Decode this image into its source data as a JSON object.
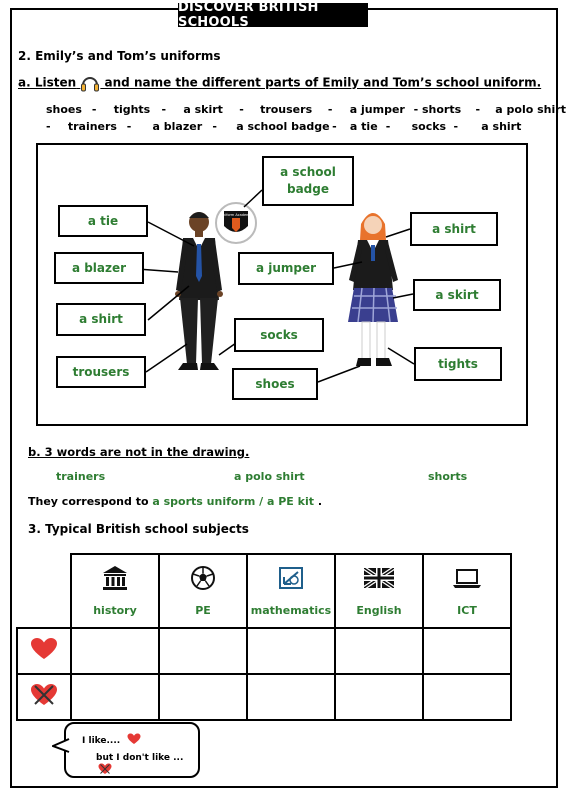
{
  "header": {
    "title": "DISCOVER BRITISH SCHOOLS"
  },
  "section2": {
    "heading": "2. Emily’s and Tom’s uniforms",
    "instruction_a_pre": "a. Listen",
    "instruction_a_post": "and name the different parts of Emily and Tom’s school uniform.",
    "word_bank_line1": [
      "shoes",
      "-",
      "tights",
      "-",
      "a skirt",
      "-",
      "trousers",
      "-",
      "a jumper",
      "- shorts",
      "-",
      "a polo shirt"
    ],
    "word_bank_line2": [
      "-",
      "trainers",
      "-",
      "a blazer",
      "-",
      "a school badge",
      "-",
      "a tie",
      "-",
      "socks",
      "-",
      "a shirt"
    ],
    "labels": {
      "school_badge": "a school badge",
      "tie": "a tie",
      "blazer": "a blazer",
      "tom_shirt": "a shirt",
      "trousers": "trousers",
      "jumper": "a jumper",
      "socks": "socks",
      "shoes": "shoes",
      "emily_shirt": "a shirt",
      "skirt": "a skirt",
      "tights": "tights"
    },
    "badge_text": "Uniform Academy",
    "instruction_b": "b. 3 words are not in the drawing.",
    "missing_words": [
      "trainers",
      "a polo shirt",
      "shorts"
    ],
    "correspond_pre": "They correspond to",
    "correspond_answer": "a sports uniform / a PE kit",
    "correspond_post": "."
  },
  "section3": {
    "heading": "3. Typical British school subjects",
    "subjects": [
      {
        "name": "history",
        "icon": "building-columns-icon"
      },
      {
        "name": "PE",
        "icon": "football-icon"
      },
      {
        "name": "mathematics",
        "icon": "geometry-icon"
      },
      {
        "name": "English",
        "icon": "uk-flag-icon"
      },
      {
        "name": "ICT",
        "icon": "laptop-icon"
      }
    ],
    "rows": [
      {
        "icon": "heart-icon"
      },
      {
        "icon": "crossed-heart-icon"
      }
    ]
  },
  "speech_bubble": {
    "line1": "I like....",
    "line2": "but I don't like ..."
  },
  "colors": {
    "answer_green": "#2e7d32",
    "heart_red": "#e53935"
  }
}
